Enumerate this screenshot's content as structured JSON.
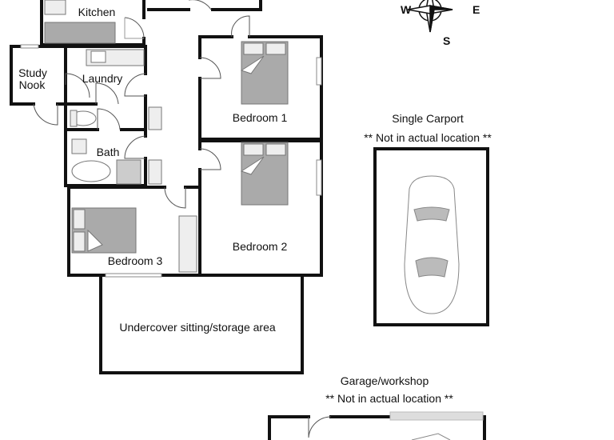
{
  "rooms": {
    "kitchen": "Kitchen",
    "study_nook": [
      "Study",
      "Nook"
    ],
    "laundry": "Laundry",
    "bath": "Bath",
    "bedroom1": "Bedroom 1",
    "bedroom2": "Bedroom 2",
    "bedroom3": "Bedroom 3",
    "undercover": "Undercover sitting/storage area",
    "carport": "Single Carport",
    "carport_note": "** Not in actual location **",
    "garage": "Garage/workshop",
    "garage_note": "** Not in actual location **"
  },
  "compass": {
    "west": "W",
    "east": "E",
    "south": "S"
  },
  "colors": {
    "wall": "#111111",
    "fixture_fill": "#aaaaaa",
    "fixture_light": "#dddddd"
  }
}
